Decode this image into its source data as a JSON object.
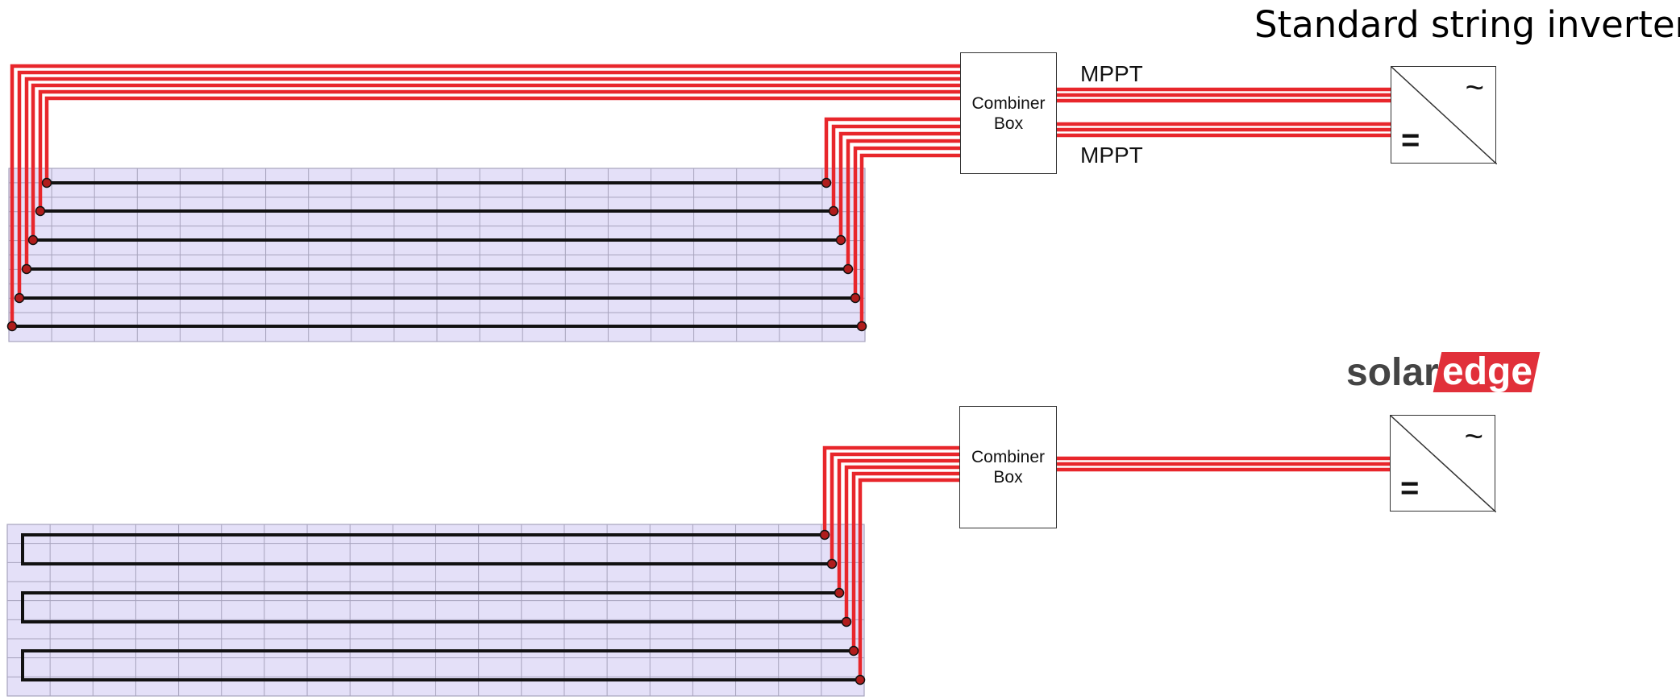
{
  "top": {
    "title": "Standard string inverter",
    "combiner_label_line1": "Combiner",
    "combiner_label_line2": "Box",
    "mppt_label_1": "MPPT",
    "mppt_label_2": "MPPT",
    "inverter_ac_symbol": "~",
    "inverter_dc_symbol": "="
  },
  "bottom": {
    "brand_part1": "solar",
    "brand_part2": "edge",
    "combiner_label_line1": "Combiner",
    "combiner_label_line2": "Box",
    "inverter_ac_symbol": "~",
    "inverter_dc_symbol": "="
  },
  "colors": {
    "wire_dc": "#e8262b",
    "string_line": "#111111",
    "panel_fill": "#e4e0f8",
    "panel_grid": "#a7a3bd",
    "brand_red": "#e1303a"
  }
}
